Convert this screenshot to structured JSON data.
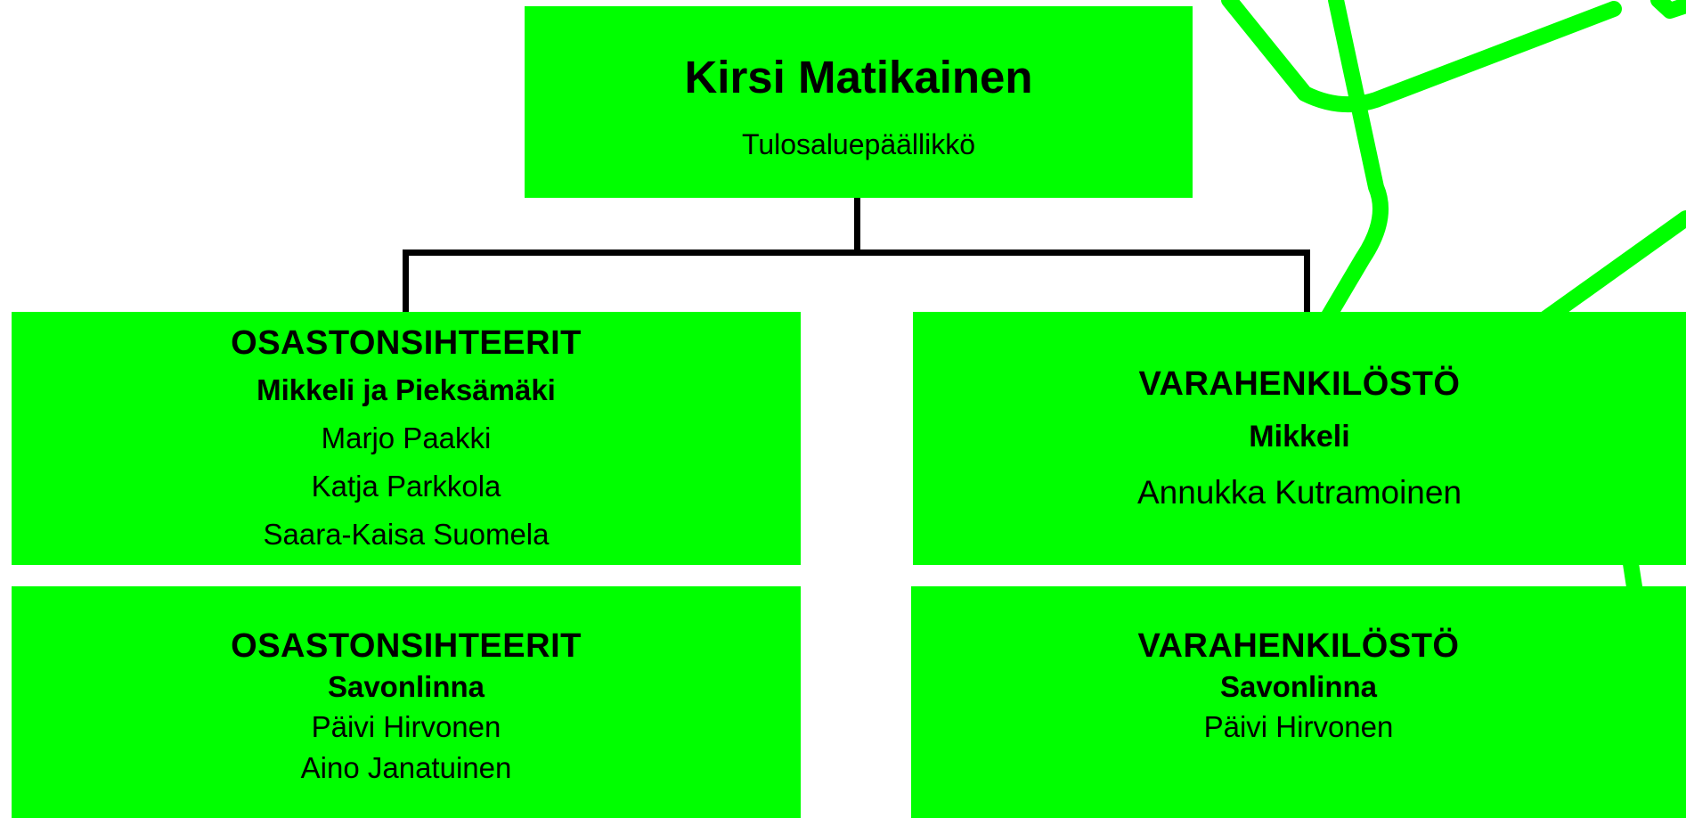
{
  "colors": {
    "box_fill": "#00ff00",
    "connector": "#000000",
    "decor_stroke": "#00ff00",
    "text": "#000000"
  },
  "manager": {
    "name": "Kirsi Matikainen",
    "role": "Tulosaluepäällikkö"
  },
  "left_top": {
    "title": "OSASTONSIHTEERIT",
    "location": "Mikkeli ja Pieksämäki",
    "people": [
      "Marjo Paakki",
      "Katja Parkkola",
      "Saara-Kaisa Suomela"
    ]
  },
  "left_bottom": {
    "title": "OSASTONSIHTEERIT",
    "location": "Savonlinna",
    "people": [
      "Päivi Hirvonen",
      "Aino Janatuinen"
    ]
  },
  "right_top": {
    "title": "VARAHENKILÖSTÖ",
    "location": "Mikkeli",
    "people": [
      "Annukka Kutramoinen"
    ]
  },
  "right_bottom": {
    "title": "VARAHENKILÖSTÖ",
    "location": "Savonlinna",
    "people": [
      "Päivi Hirvonen"
    ]
  }
}
